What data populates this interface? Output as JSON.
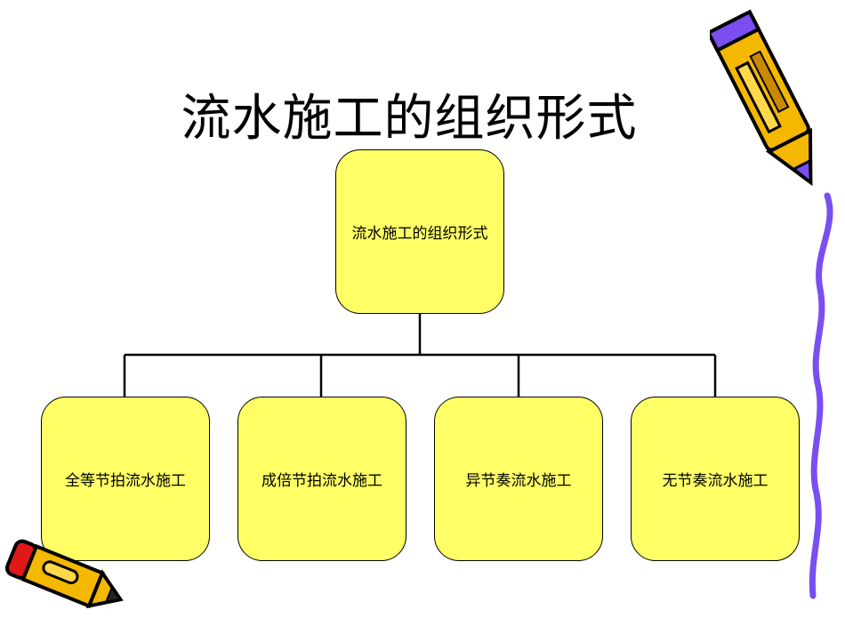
{
  "slide": {
    "title": "流水施工的组织形式"
  },
  "diagram": {
    "root": "流水施工的组织形式",
    "children": [
      "全等节拍流水施工",
      "成倍节拍流水施工",
      "异节奏流水施工",
      "无节奏流水施工"
    ]
  },
  "colors": {
    "node_fill": "#ffff66",
    "pencil_body": "#f5b800",
    "pencil_accent": "#7a4ef0",
    "eraser": "#e01818"
  }
}
